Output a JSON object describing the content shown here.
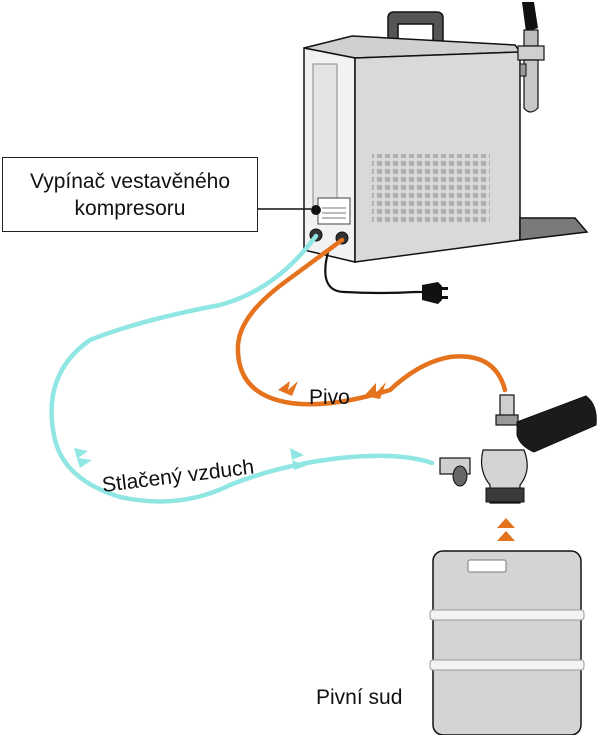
{
  "labels": {
    "switch_line1": "Vypínač vestavěného",
    "switch_line2": "kompresoru",
    "beer_line": "Pivo",
    "air_line": "Stlačený vzduch",
    "keg": "Pivní sud"
  },
  "colors": {
    "beer_hose": "#e5731e",
    "air_hose": "#8fe6e3",
    "machine_body": "#d9d9d9",
    "keg_body": "#d4d4d4",
    "outline": "#1a1a1a"
  },
  "icons": [
    "beer-flow-arrow-icon",
    "air-flow-arrow-icon",
    "power-plug-icon"
  ]
}
